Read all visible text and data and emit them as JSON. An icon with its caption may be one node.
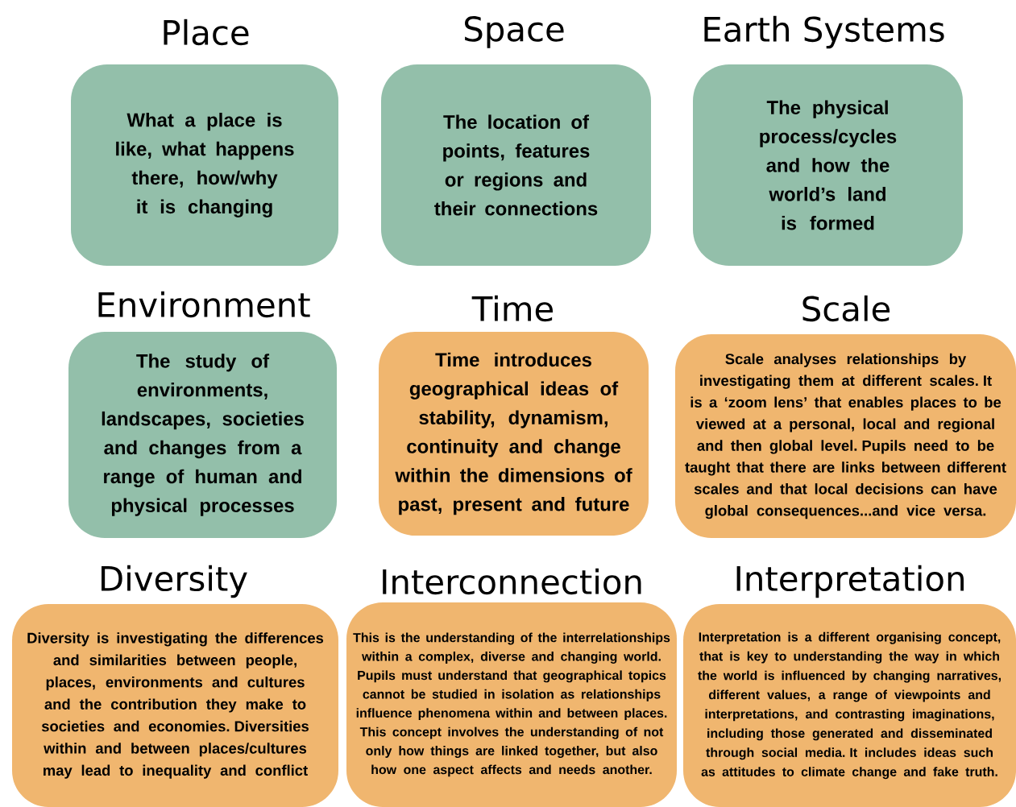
{
  "diagram": {
    "nodes": [
      {
        "text": [
          "Place",
          "What a place is like, what happens there, how/why it is changing"
        ]
      },
      {
        "text": [
          "Space",
          "The location of points, features or regions and their connections"
        ]
      },
      {
        "text": [
          "Earth Systems",
          "The physical process/cycles and how the world’s land is formed"
        ]
      },
      {
        "text": [
          "Environment",
          "The study of environments, landscapes, societies and changes from a range of human and physical processes"
        ]
      },
      {
        "text": [
          "Time",
          "Time introduces geographical ideas of stability, dynamism, continuity and change within the dimensions of past, present and future"
        ]
      },
      {
        "text": [
          "Scale",
          "Scale analyses relationships by investigating them at different scales. It is a ‘zoom lens’ that enables places to be viewed at a personal, local and regional and then global level. Pupils need to be taught that there are links between different scales and that local decisions can have global consequences...and vice versa."
        ]
      },
      {
        "text": [
          "Diversity",
          "Diversity is investigating the differences and similarities between people, places, environments and cultures and the contribution they make to societies and economies. Diversities within and between places/cultures may lead to inequality and conflict"
        ]
      },
      {
        "text": [
          "Interconnection",
          "This is the understanding of the interrelationships within a complex, diverse and changing world. Pupils must understand that geographical topics cannot be studied in isolation as relationships influence phenomena within and between places. This concept involves the understanding of not only how things are linked together, but also how one aspect affects and needs another."
        ]
      },
      {
        "text": [
          "Interpretation",
          "Interpretation is a different organising concept, that is key to understanding the way in which the world is influenced by changing narratives, different values, a range of viewpoints and interpretations, and contrasting imaginations, including those generated and disseminated through social media. It includes ideas such as attitudes to climate change and fake truth."
        ]
      }
    ]
  }
}
